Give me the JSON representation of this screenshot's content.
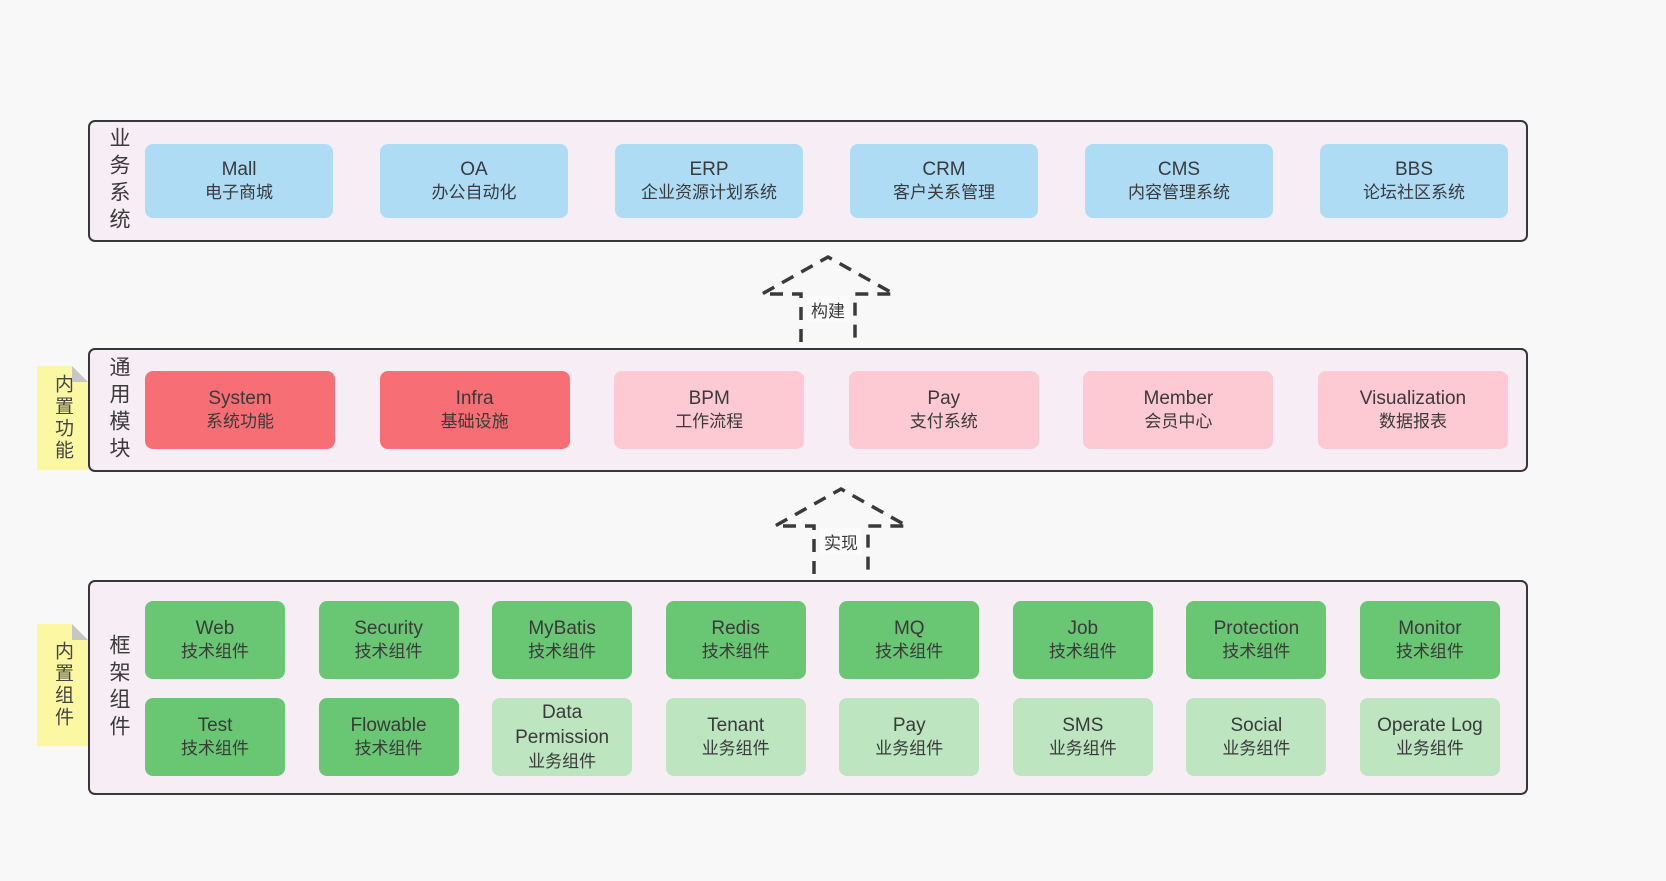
{
  "arrows": {
    "build": "构建",
    "implement": "实现"
  },
  "bands": {
    "business": {
      "label": "业务系统",
      "boxes": [
        {
          "title": "Mall",
          "subtitle": "电子商城"
        },
        {
          "title": "OA",
          "subtitle": "办公自动化"
        },
        {
          "title": "ERP",
          "subtitle": "企业资源计划系统"
        },
        {
          "title": "CRM",
          "subtitle": "客户关系管理"
        },
        {
          "title": "CMS",
          "subtitle": "内容管理系统"
        },
        {
          "title": "BBS",
          "subtitle": "论坛社区系统"
        }
      ]
    },
    "modules": {
      "sticky": "内置功能",
      "label": "通用模块",
      "boxes": [
        {
          "title": "System",
          "subtitle": "系统功能"
        },
        {
          "title": "Infra",
          "subtitle": "基础设施"
        },
        {
          "title": "BPM",
          "subtitle": "工作流程"
        },
        {
          "title": "Pay",
          "subtitle": "支付系统"
        },
        {
          "title": "Member",
          "subtitle": "会员中心"
        },
        {
          "title": "Visualization",
          "subtitle": "数据报表"
        }
      ]
    },
    "components": {
      "sticky": "内置组件",
      "label": "框架组件",
      "row1": [
        {
          "title": "Web",
          "subtitle": "技术组件"
        },
        {
          "title": "Security",
          "subtitle": "技术组件"
        },
        {
          "title": "MyBatis",
          "subtitle": "技术组件"
        },
        {
          "title": "Redis",
          "subtitle": "技术组件"
        },
        {
          "title": "MQ",
          "subtitle": "技术组件"
        },
        {
          "title": "Job",
          "subtitle": "技术组件"
        },
        {
          "title": "Protection",
          "subtitle": "技术组件"
        },
        {
          "title": "Monitor",
          "subtitle": "技术组件"
        }
      ],
      "row2": [
        {
          "title": "Test",
          "subtitle": "技术组件"
        },
        {
          "title": "Flowable",
          "subtitle": "技术组件"
        },
        {
          "title": "Data Permission",
          "subtitle": "业务组件"
        },
        {
          "title": "Tenant",
          "subtitle": "业务组件"
        },
        {
          "title": "Pay",
          "subtitle": "业务组件"
        },
        {
          "title": "SMS",
          "subtitle": "业务组件"
        },
        {
          "title": "Social",
          "subtitle": "业务组件"
        },
        {
          "title": "Operate Log",
          "subtitle": "业务组件"
        }
      ]
    }
  },
  "colors": {
    "page_bg": "#f8f8f8",
    "band_bg": "#f7edf5",
    "band_border": "#383838",
    "blue": "#aedcf5",
    "red": "#f76e74",
    "pink": "#fdc9d2",
    "green": "#69c673",
    "light_green": "#bce5c0",
    "sticky_yellow": "#fbf7a3"
  }
}
